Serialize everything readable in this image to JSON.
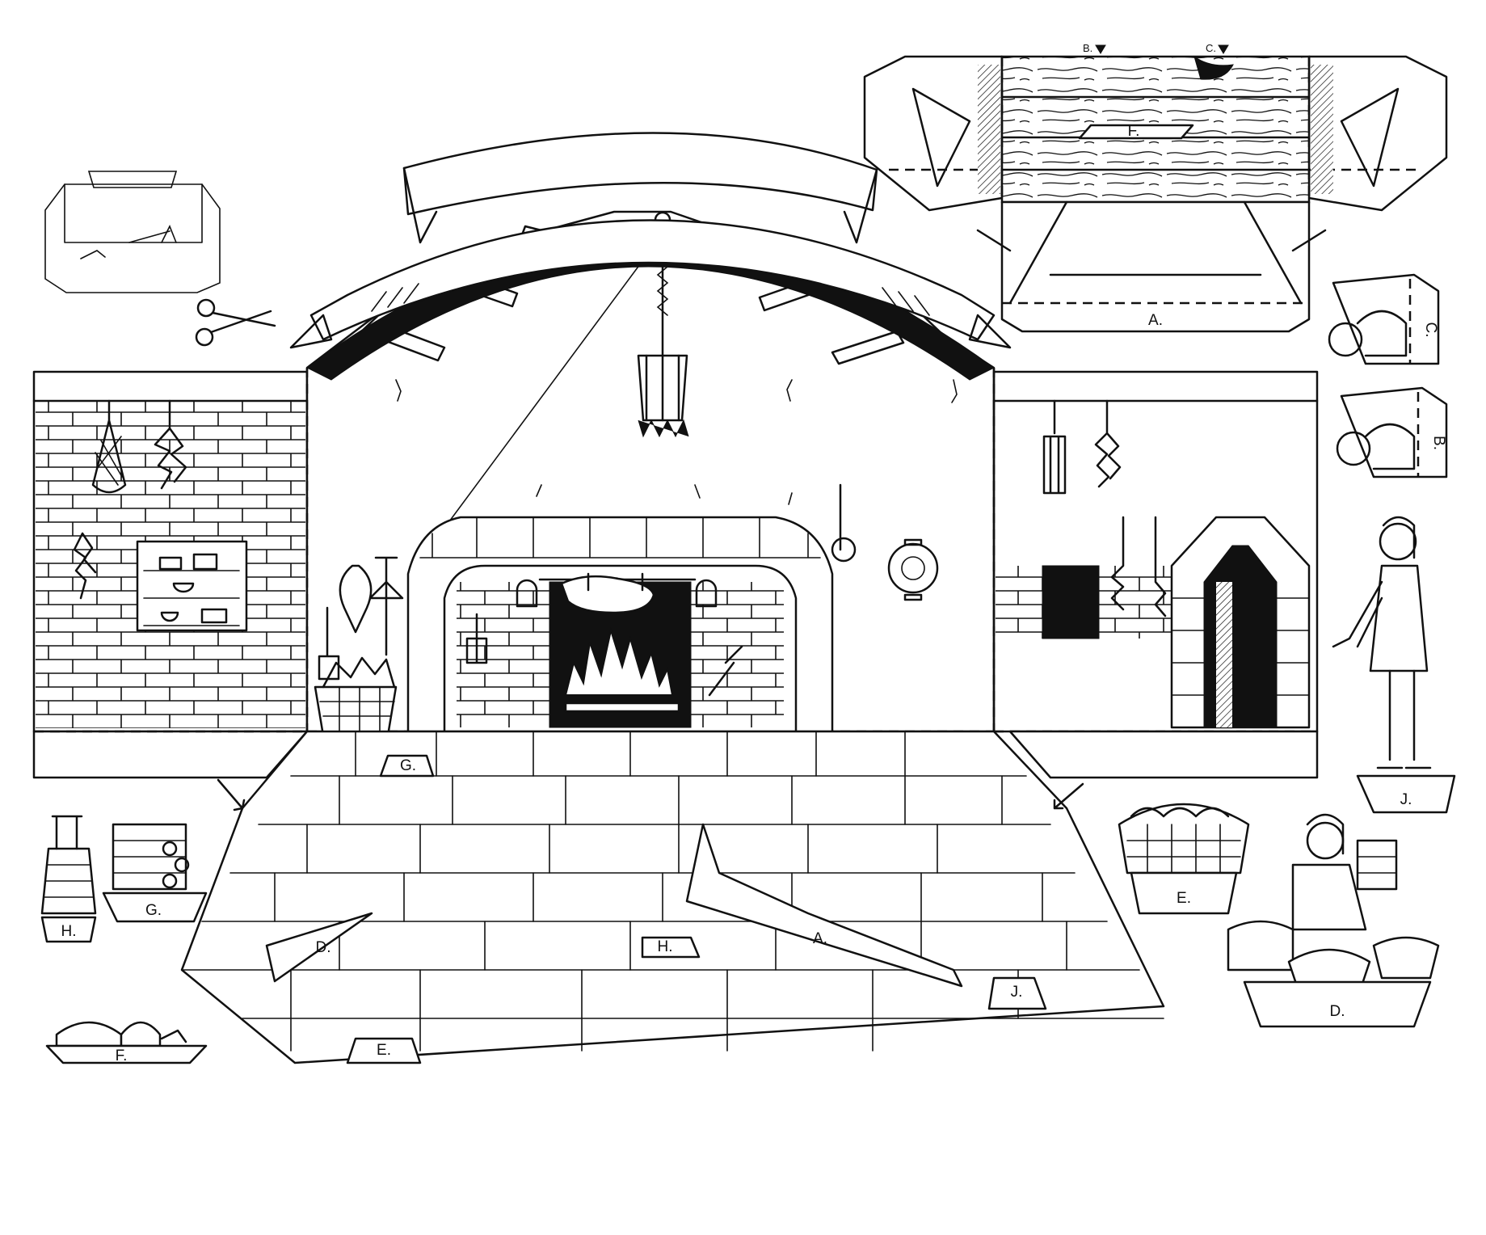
{
  "labels": {
    "floor_g": "G.",
    "floor_d": "D.",
    "floor_h": "H.",
    "floor_a": "A.",
    "floor_j": "J.",
    "floor_e": "E.",
    "roof_f": "F.",
    "roof_a": "A.",
    "roof_b": "B.",
    "roof_c": "C.",
    "piece_c": "C.",
    "piece_b": "B.",
    "piece_j": "J.",
    "piece_e": "E.",
    "piece_d": "D.",
    "piece_g": "G.",
    "piece_h": "H.",
    "piece_f": "F."
  },
  "colors": {
    "ink": "#111111",
    "paper": "#ffffff"
  }
}
